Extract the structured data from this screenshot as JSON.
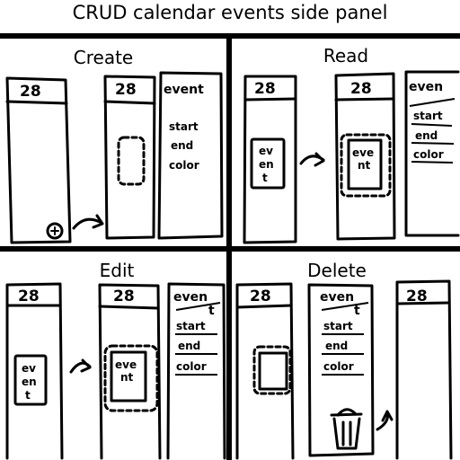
{
  "title": "CRUD calendar events side panel",
  "panels": {
    "create": {
      "label": "Create"
    },
    "read": {
      "label": "Read"
    },
    "edit": {
      "label": "Edit"
    },
    "delete": {
      "label": "Delete"
    }
  },
  "day_header": "28",
  "panel_fields": {
    "event": "event",
    "event_short": "even",
    "event_tail": "t",
    "start": "start",
    "end": "end",
    "color": "color"
  },
  "event_card": {
    "line1": "ev",
    "line2": "en",
    "line3": "t",
    "inner_line1": "eve",
    "inner_line2": "nt"
  },
  "icons": {
    "add": "add-circle-icon",
    "arrow": "curved-arrow-icon",
    "trash": "trash-icon"
  }
}
